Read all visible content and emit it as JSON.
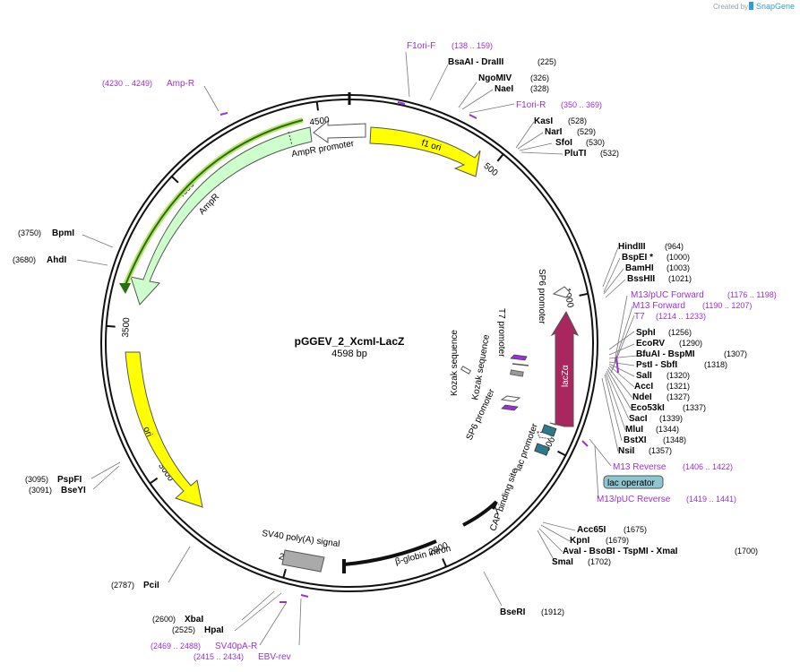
{
  "credit": {
    "created_by": "Created by",
    "brand": "SnapGene"
  },
  "plasmid": {
    "name": "pGGEV_2_XcmI-LacZ",
    "length_label": "4598 bp"
  },
  "ticks": [
    "500",
    "1000",
    "1500",
    "2000",
    "2500",
    "3000",
    "3500",
    "4000",
    "4500"
  ],
  "features": [
    {
      "label": "f1 ori"
    },
    {
      "label": "AmpR promoter"
    },
    {
      "label": "AmpR"
    },
    {
      "label": "ori"
    },
    {
      "label": "SV40 poly(A) signal"
    },
    {
      "label": "β-globin intron"
    },
    {
      "label": "lacZα"
    },
    {
      "label": "SP6 promoter"
    },
    {
      "label": "T7 promoter"
    },
    {
      "label": "Kozak sequence"
    },
    {
      "label": "Kozak sequence"
    },
    {
      "label": "SP6 promoter"
    },
    {
      "label": "lac promoter"
    },
    {
      "label": "CAP binding site"
    },
    {
      "label": "lac operator"
    }
  ],
  "enzymes": [
    {
      "name": "BsaAI",
      "sep": "-",
      "name2": "DraIII",
      "pos": "(225)"
    },
    {
      "name": "NgoMIV",
      "pos": "(326)"
    },
    {
      "name": "NaeI",
      "pos": "(328)"
    },
    {
      "name": "KasI",
      "pos": "(528)"
    },
    {
      "name": "NarI",
      "pos": "(529)"
    },
    {
      "name": "SfoI",
      "pos": "(530)"
    },
    {
      "name": "PluTI",
      "pos": "(532)"
    },
    {
      "name": "HindIII",
      "pos": "(964)"
    },
    {
      "name": "BspEI *",
      "pos": "(1000)"
    },
    {
      "name": "BamHI",
      "pos": "(1003)"
    },
    {
      "name": "BssHII",
      "pos": "(1021)"
    },
    {
      "name": "SphI",
      "pos": "(1256)"
    },
    {
      "name": "EcoRV",
      "pos": "(1290)"
    },
    {
      "name": "BfuAI",
      "sep": "-",
      "name2": "BspMI",
      "pos": "(1307)"
    },
    {
      "name": "PstI",
      "sep": "-",
      "name2": "SbfI",
      "pos": "(1318)"
    },
    {
      "name": "SalI",
      "pos": "(1320)"
    },
    {
      "name": "AccI",
      "pos": "(1321)"
    },
    {
      "name": "NdeI",
      "pos": "(1327)"
    },
    {
      "name": "Eco53kI",
      "pos": "(1337)"
    },
    {
      "name": "SacI",
      "pos": "(1339)"
    },
    {
      "name": "MluI",
      "pos": "(1344)"
    },
    {
      "name": "BstXI",
      "pos": "(1348)"
    },
    {
      "name": "NsiI",
      "pos": "(1357)"
    },
    {
      "name": "Acc65I",
      "pos": "(1675)"
    },
    {
      "name": "KpnI",
      "pos": "(1679)"
    },
    {
      "name": "AvaI",
      "sep": "-",
      "name2": "BsoBI",
      "sep2": "-",
      "name3": "TspMI",
      "sep3": "-",
      "name4": "XmaI",
      "pos": "(1700)"
    },
    {
      "name": "SmaI",
      "pos": "(1702)"
    },
    {
      "name": "BseRI",
      "pos": "(1912)"
    },
    {
      "name": "PciI",
      "pos": "(2787)"
    },
    {
      "name": "XbaI",
      "pos": "(2600)"
    },
    {
      "name": "HpaI",
      "pos": "(2525)"
    },
    {
      "name": "PspFI",
      "pos": "(3095)"
    },
    {
      "name": "BseYI",
      "pos": "(3091)"
    },
    {
      "name": "BpmI",
      "pos": "(3750)"
    },
    {
      "name": "AhdI",
      "pos": "(3680)"
    }
  ],
  "primers": [
    {
      "name": "F1ori-F",
      "range": "(138 .. 159)"
    },
    {
      "name": "F1ori-R",
      "range": "(350 .. 369)"
    },
    {
      "name": "Amp-R",
      "range": "(4230 .. 4249)"
    },
    {
      "name": "M13/pUC Forward",
      "range": "(1176 .. 1198)"
    },
    {
      "name": "M13 Forward",
      "range": "(1190 .. 1207)"
    },
    {
      "name": "T7",
      "range": "(1214 .. 1233)"
    },
    {
      "name": "M13 Reverse",
      "range": "(1406 .. 1422)"
    },
    {
      "name": "M13/pUC Reverse",
      "range": "(1419 .. 1441)"
    },
    {
      "name": "SV40pA-R",
      "range": "(2469 .. 2488)"
    },
    {
      "name": "EBV-rev",
      "range": "(2415 .. 2434)"
    }
  ]
}
